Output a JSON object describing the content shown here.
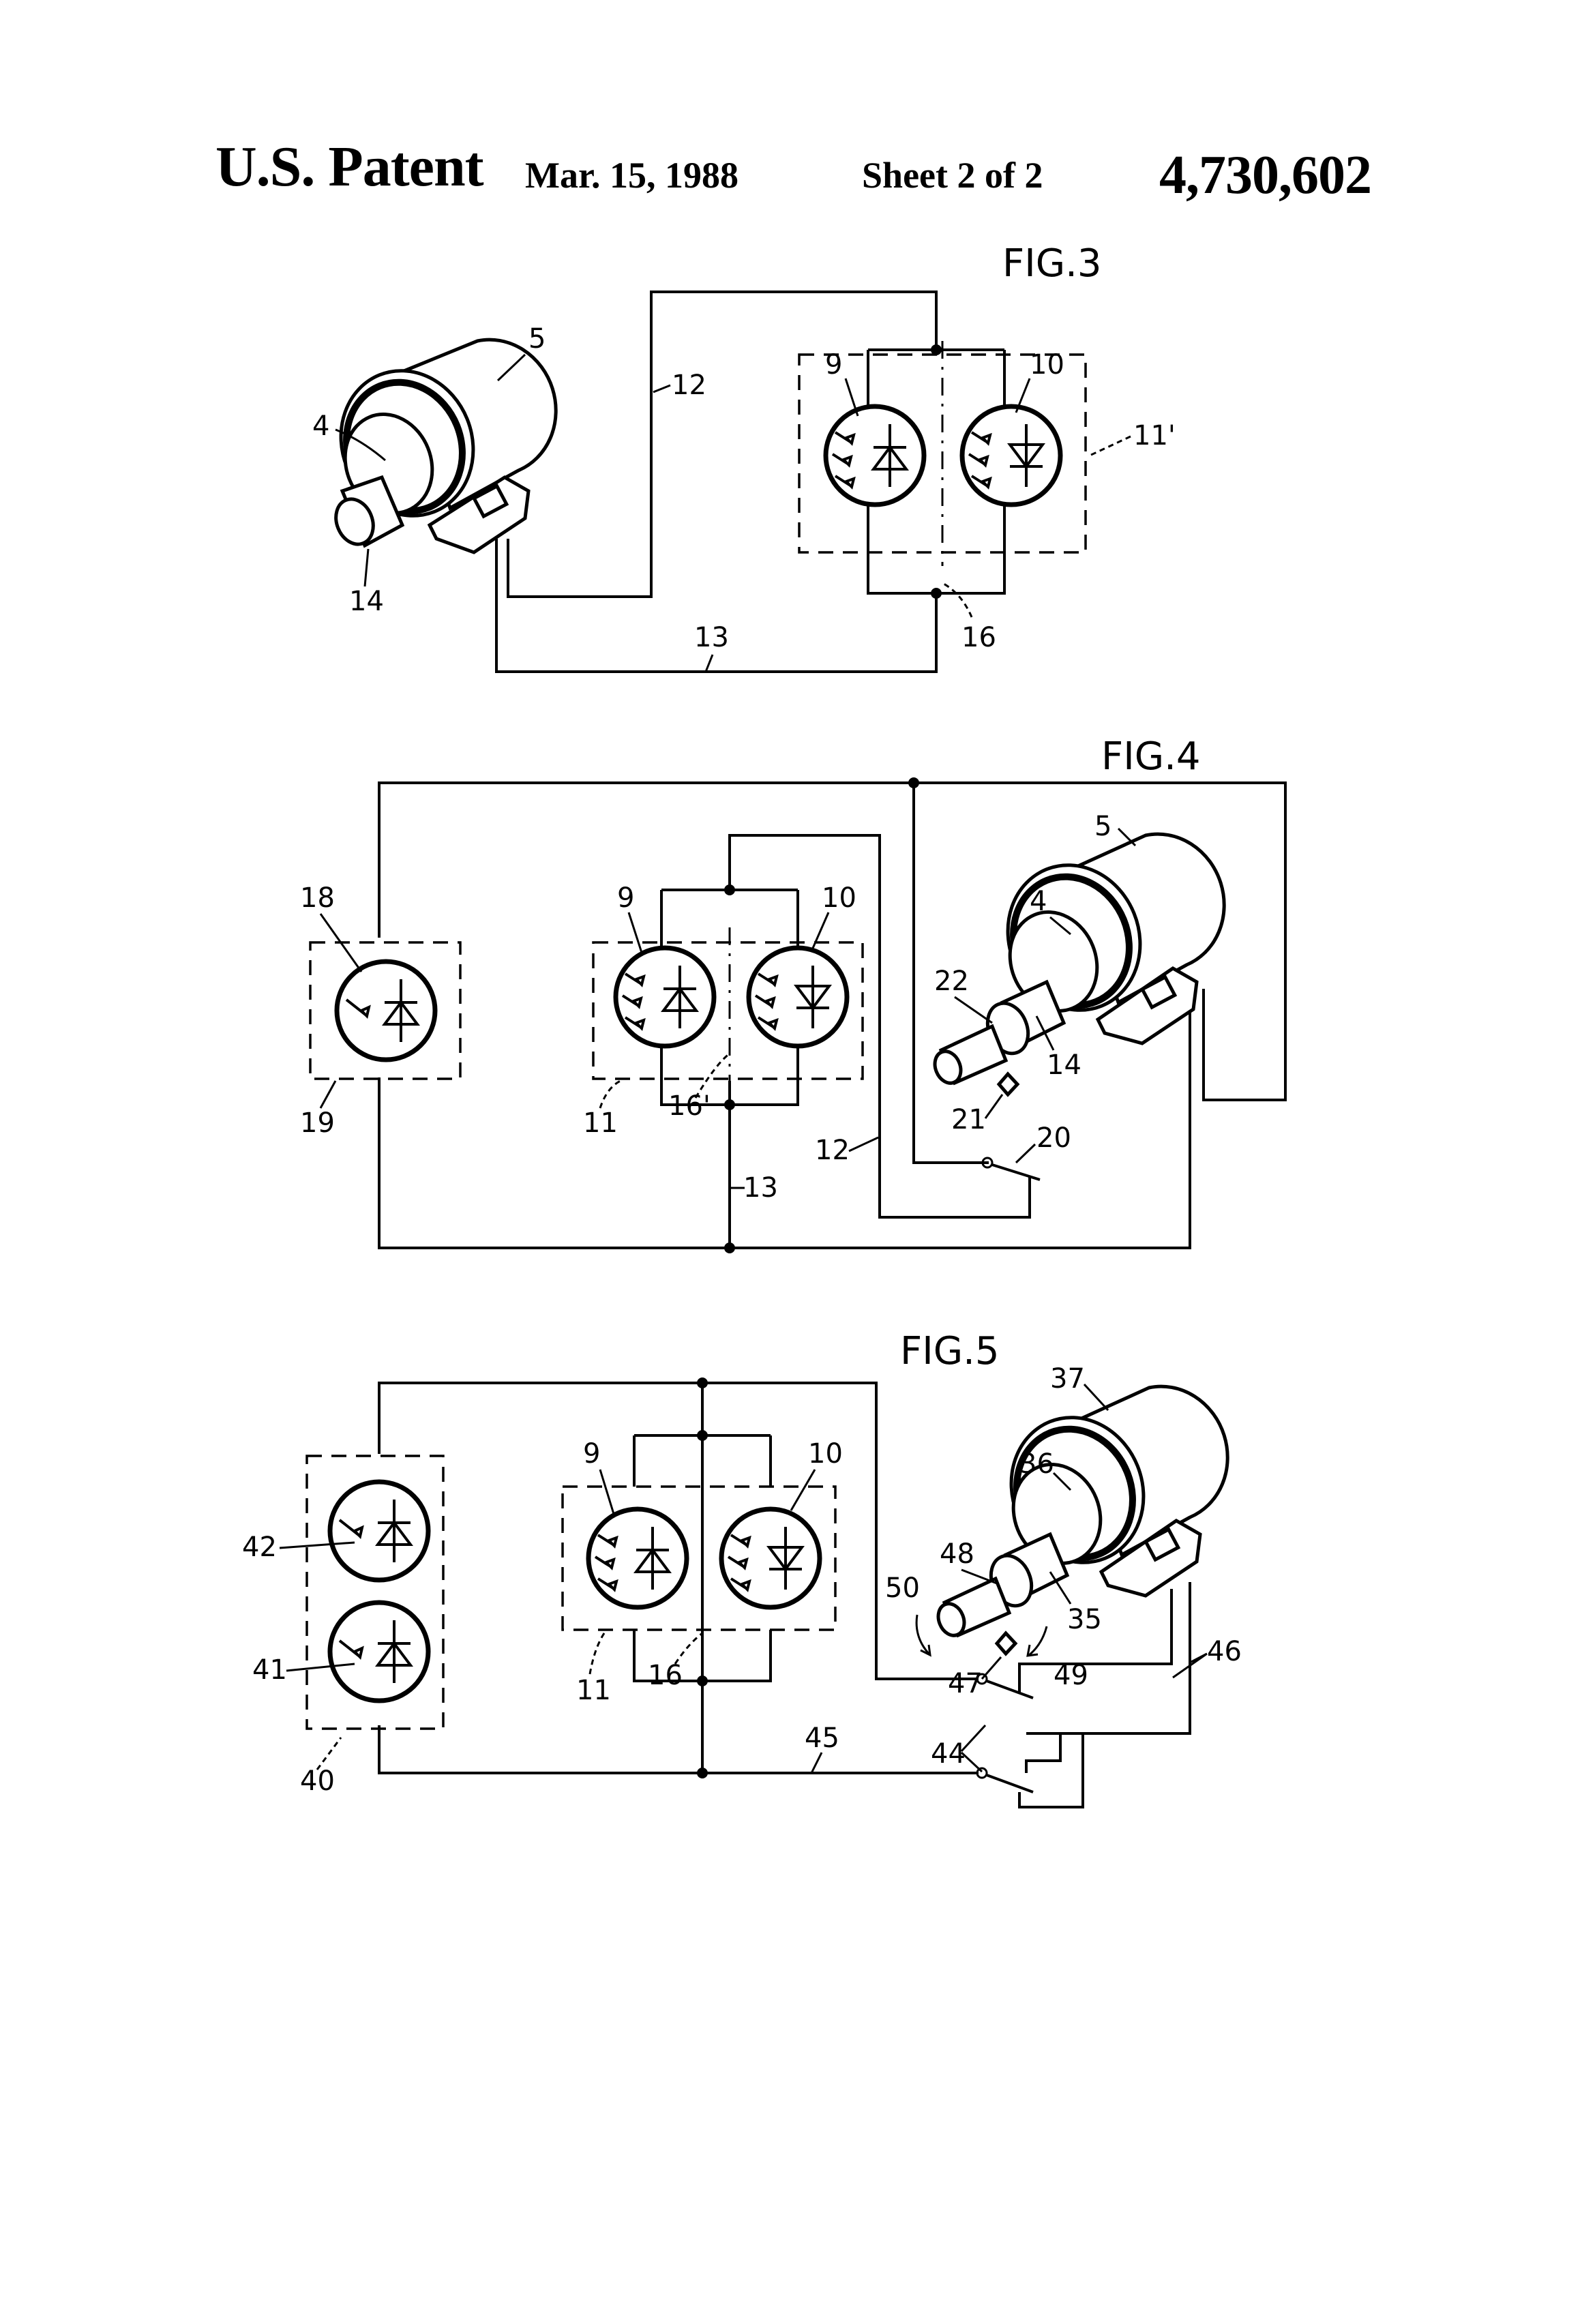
{
  "header": {
    "left": "U.S. Patent",
    "date": "Mar. 15, 1988",
    "sheet": "Sheet 2 of 2",
    "number": "4,730,602"
  },
  "fig3": {
    "label": "FIG.3",
    "refs": {
      "motor": "5",
      "collar": "4",
      "shaft": "14",
      "wire_top": "12",
      "wire_bottom": "13",
      "cell_a": "9",
      "cell_b": "10",
      "module": "11'",
      "junction": "16"
    }
  },
  "fig4": {
    "label": "FIG.4",
    "refs": {
      "cell_c": "18",
      "module_c": "19",
      "cell_a": "9",
      "cell_b": "10",
      "module": "11",
      "divider": "16'",
      "motor": "5",
      "collar": "4",
      "cam": "22",
      "shaft": "14",
      "follower": "21",
      "switch": "20",
      "wire_a": "12",
      "wire_b": "13"
    }
  },
  "fig5": {
    "label": "FIG.5",
    "refs": {
      "motor": "37",
      "collar": "36",
      "cam": "48",
      "shaft": "35",
      "arrow_a": "50",
      "arrow_b": "49",
      "follower": "47",
      "cell_d": "42",
      "cell_e": "41",
      "module_de": "40",
      "cell_a": "9",
      "cell_b": "10",
      "module": "11",
      "divider": "16",
      "wire": "45",
      "switches": "44",
      "leads": "46"
    }
  }
}
